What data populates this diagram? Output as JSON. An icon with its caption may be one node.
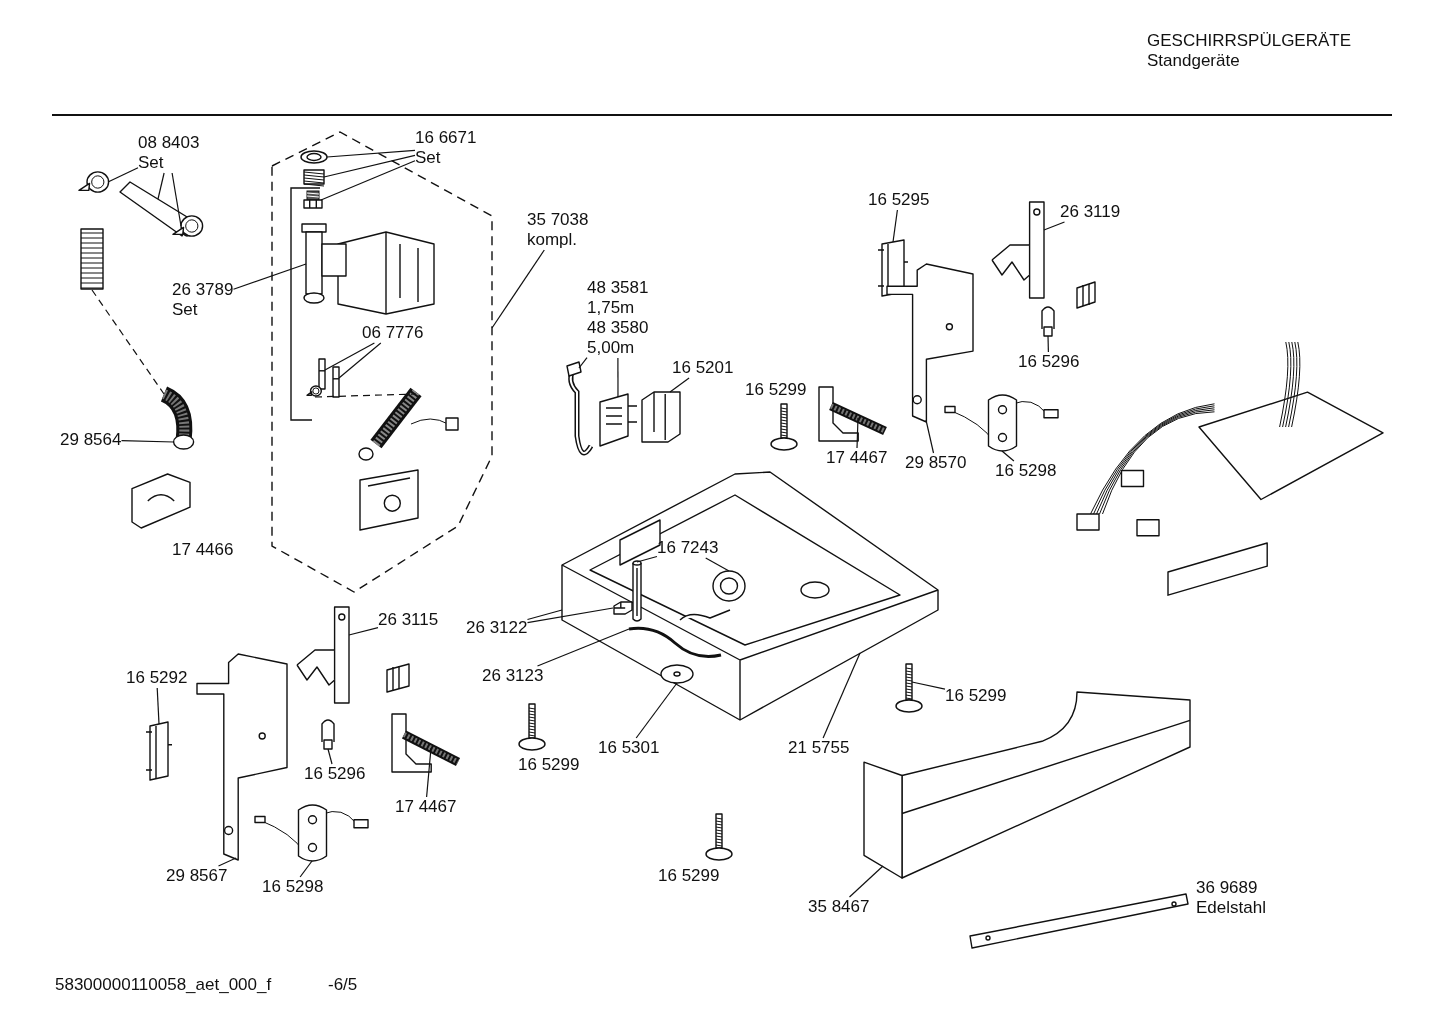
{
  "diagram": {
    "nodes": [
      {
        "text": [
          "08 8403",
          "Set"
        ]
      },
      {
        "text": [],
        "shape": "picture"
      },
      {
        "text": [],
        "shape": "picture"
      },
      {
        "text": [],
        "shape": "picture"
      },
      {
        "text": [],
        "shape": "picture"
      },
      {
        "text": [],
        "shape": "picture"
      },
      {
        "text": [
          "29 8564"
        ]
      },
      {
        "text": [],
        "shape": "box"
      },
      {
        "text": [
          "16 6671",
          "Set"
        ]
      },
      {
        "text": [],
        "shape": "picture",
        "in": 7
      },
      {
        "text": [],
        "shape": "picture",
        "in": 7
      },
      {
        "text": [],
        "shape": "picture",
        "in": 7
      },
      {
        "text": [],
        "shape": "picture",
        "in": 7
      },
      {
        "text": [
          "26 3789",
          "Set"
        ]
      },
      {
        "text": [
          "06 7776"
        ],
        "in": 7
      },
      {
        "text": [],
        "shape": "picture",
        "in": 7
      },
      {
        "text": [],
        "shape": "picture",
        "in": 7
      },
      {
        "text": [],
        "shape": "picture",
        "in": 7
      },
      {
        "text": [],
        "shape": "picture",
        "in": 7
      },
      {
        "text": [],
        "shape": "picture",
        "in": 7
      },
      {
        "text": [
          "35 7038",
          "kompl."
        ]
      },
      {
        "text": [
          "48 3581",
          "1,75m",
          "48 3580",
          "5,00m"
        ]
      },
      {
        "text": [],
        "shape": "picture"
      },
      {
        "text": [],
        "shape": "picture"
      },
      {
        "text": [
          "16 5201"
        ]
      },
      {
        "text": [],
        "shape": "picture"
      },
      {
        "text": [
          "17 4467"
        ]
      },
      {
        "text": [],
        "shape": "picture"
      },
      {
        "text": [
          "16 5295"
        ]
      },
      {
        "text": [],
        "shape": "picture"
      },
      {
        "text": [],
        "shape": "picture"
      },
      {
        "text": [
          "29 8570"
        ]
      },
      {
        "text": [
          "26 3119"
        ]
      },
      {
        "text": [],
        "shape": "picture"
      },
      {
        "text": [
          "16 5296"
        ]
      },
      {
        "text": [],
        "shape": "picture"
      },
      {
        "text": [],
        "shape": "picture"
      },
      {
        "text": [
          "16 5298"
        ]
      },
      {
        "text": [],
        "shape": "picture"
      },
      {
        "text": [
          "16 7243"
        ],
        "in": 38
      },
      {
        "text": [],
        "shape": "picture",
        "in": 38
      },
      {
        "text": [],
        "shape": "picture",
        "in": 38
      },
      {
        "text": [
          "26 3122"
        ]
      },
      {
        "text": [],
        "shape": "picture",
        "in": 38
      },
      {
        "text": [
          "26 3123"
        ]
      },
      {
        "text": [],
        "shape": "picture",
        "in": 38
      },
      {
        "text": [
          "16 5301"
        ]
      },
      {
        "text": [],
        "shape": "picture",
        "in": 38
      },
      {
        "text": [
          "21 5755"
        ]
      },
      {
        "text": [
          "26 3115"
        ]
      },
      {
        "text": [],
        "shape": "picture"
      },
      {
        "text": [
          "16 5292"
        ]
      },
      {
        "text": [],
        "shape": "picture"
      },
      {
        "text": [],
        "shape": "picture"
      },
      {
        "text": [
          "29 8567"
        ]
      },
      {
        "text": [],
        "shape": "picture"
      },
      {
        "text": [
          "16 5296"
        ]
      },
      {
        "text": [],
        "shape": "picture"
      },
      {
        "text": [
          "17 4467"
        ]
      },
      {
        "text": [],
        "shape": "picture"
      },
      {
        "text": [
          "16 5298"
        ]
      },
      {
        "text": [],
        "shape": "picture"
      },
      {
        "text": [
          "16 5299"
        ]
      },
      {
        "text": [],
        "shape": "picture"
      },
      {
        "text": [
          "35 8467"
        ]
      }
    ],
    "edges": [
      {
        "from": 0,
        "to": 1,
        "arrow": "none"
      },
      {
        "from": 0,
        "to": 2,
        "arrow": "none"
      },
      {
        "from": 0,
        "to": 3,
        "arrow": "none"
      },
      {
        "from": 4,
        "to": 5,
        "arrow": "none",
        "style": "dashed"
      },
      {
        "from": 6,
        "to": 5,
        "arrow": "none"
      },
      {
        "from": 8,
        "to": 9,
        "arrow": "none"
      },
      {
        "from": 8,
        "to": 10,
        "arrow": "none"
      },
      {
        "from": 8,
        "to": 11,
        "arrow": "none"
      },
      {
        "from": 13,
        "to": 12,
        "arrow": "none"
      },
      {
        "from": 14,
        "to": 15,
        "arrow": "none"
      },
      {
        "from": 14,
        "to": 16,
        "arrow": "none"
      },
      {
        "from": 17,
        "to": 18,
        "arrow": "none",
        "style": "dashed"
      },
      {
        "from": 20,
        "to": 7,
        "arrow": "none"
      },
      {
        "from": 21,
        "to": 22,
        "arrow": "none"
      },
      {
        "from": 21,
        "to": 23,
        "arrow": "none"
      },
      {
        "from": 24,
        "to": 25,
        "arrow": "none"
      },
      {
        "from": 26,
        "to": 27,
        "arrow": "none"
      },
      {
        "from": 28,
        "to": 29,
        "arrow": "none"
      },
      {
        "from": 31,
        "to": 30,
        "arrow": "none"
      },
      {
        "from": 32,
        "to": 33,
        "arrow": "none"
      },
      {
        "from": 34,
        "to": 35,
        "arrow": "none"
      },
      {
        "from": 37,
        "to": 36,
        "arrow": "none"
      },
      {
        "from": 39,
        "to": 40,
        "arrow": "none"
      },
      {
        "from": 39,
        "to": 41,
        "arrow": "none"
      },
      {
        "from": 42,
        "to": 38,
        "arrow": "none"
      },
      {
        "from": 42,
        "to": 43,
        "arrow": "none"
      },
      {
        "from": 44,
        "to": 45,
        "arrow": "none"
      },
      {
        "from": 46,
        "to": 47,
        "arrow": "none"
      },
      {
        "from": 48,
        "to": 38,
        "arrow": "none"
      },
      {
        "from": 49,
        "to": 50,
        "arrow": "none"
      },
      {
        "from": 51,
        "to": 52,
        "arrow": "none"
      },
      {
        "from": 54,
        "to": 53,
        "arrow": "none"
      },
      {
        "from": 56,
        "to": 55,
        "arrow": "none"
      },
      {
        "from": 58,
        "to": 57,
        "arrow": "none"
      },
      {
        "from": 60,
        "to": 59,
        "arrow": "none"
      },
      {
        "from": 62,
        "to": 61,
        "arrow": "none"
      },
      {
        "from": 64,
        "to": 63,
        "arrow": "none"
      }
    ],
    "labels": [
      "GESCHIRRSPÜLGERÄTE",
      "Standgeräte",
      "16 5299",
      "17 4466",
      "16 5299",
      "16 5299",
      "36 9689",
      "Edelstahl",
      "58300000110058_aet_000_f",
      "-6/5"
    ]
  }
}
